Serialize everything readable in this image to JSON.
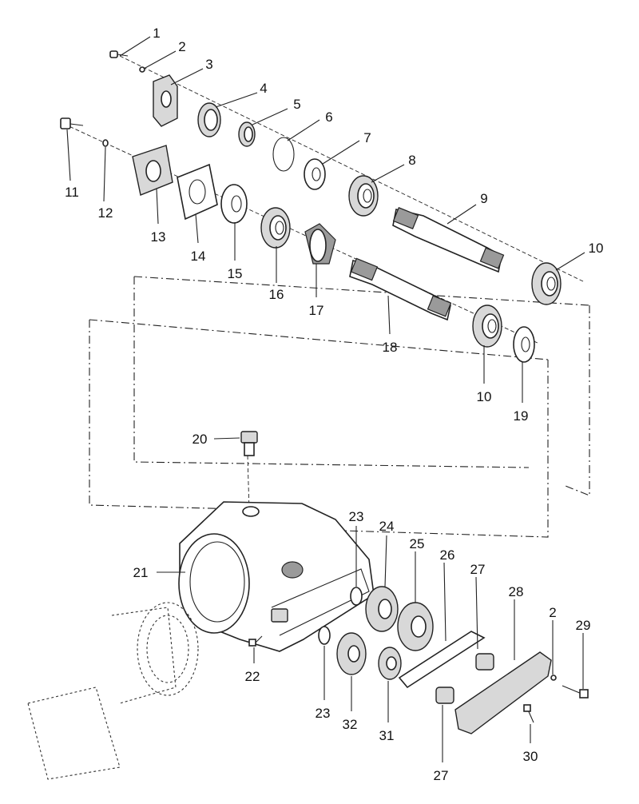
{
  "callouts": [
    "1",
    "2",
    "3",
    "4",
    "5",
    "6",
    "7",
    "8",
    "9",
    "10",
    "11",
    "12",
    "13",
    "14",
    "15",
    "16",
    "17",
    "18",
    "10",
    "19",
    "20",
    "21",
    "22",
    "23",
    "23",
    "24",
    "25",
    "26",
    "27",
    "28",
    "2",
    "29",
    "32",
    "31",
    "27",
    "30"
  ]
}
